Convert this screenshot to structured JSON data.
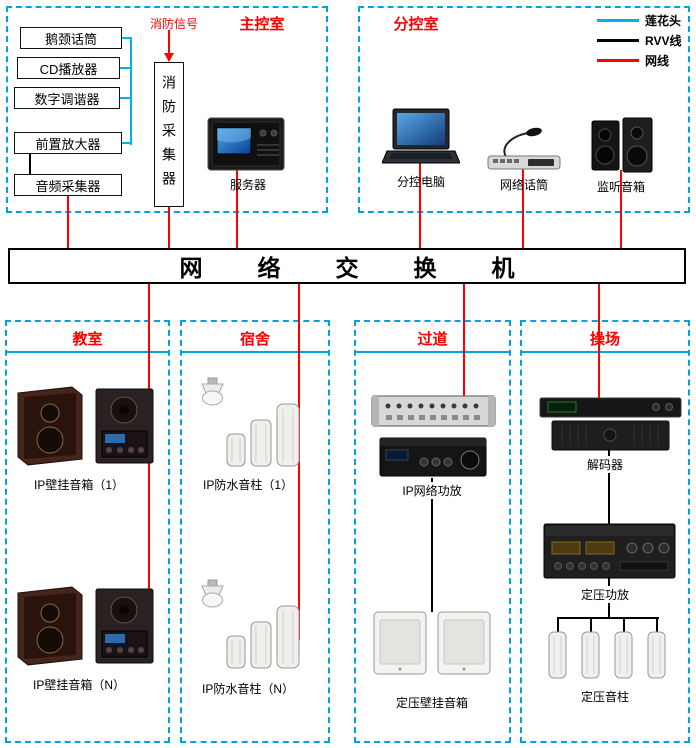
{
  "legend": {
    "items": [
      {
        "label": "莲花头",
        "color": "#00b0f0"
      },
      {
        "label": "RVV线",
        "color": "#000000"
      },
      {
        "label": "网线",
        "color": "#fe0000"
      }
    ]
  },
  "main_room": {
    "title": "主控室",
    "fire_signal_label": "消防信号",
    "fire_collector_label": "消防采集器",
    "sources": [
      "鹅颈话筒",
      "CD播放器",
      "数字调谐器",
      "前置放大器",
      "音频采集器"
    ],
    "server_label": "服务器"
  },
  "sub_room": {
    "title": "分控室",
    "computer_label": "分控电脑",
    "mic_label": "网络话筒",
    "monitor_label": "监听音箱"
  },
  "switch_label": "网络交换机",
  "zones": {
    "classroom": {
      "title": "教室",
      "device1": "IP壁挂音箱（1）",
      "device2": "IP壁挂音箱（N）"
    },
    "dorm": {
      "title": "宿舍",
      "device1": "IP防水音柱（1）",
      "device2": "IP防水音柱（N）"
    },
    "corridor": {
      "title": "过道",
      "device1": "IP网络功放",
      "device2": "定压壁挂音箱"
    },
    "playground": {
      "title": "操场",
      "device1": "解码器",
      "device2": "定压功放",
      "device3": "定压音柱"
    }
  }
}
